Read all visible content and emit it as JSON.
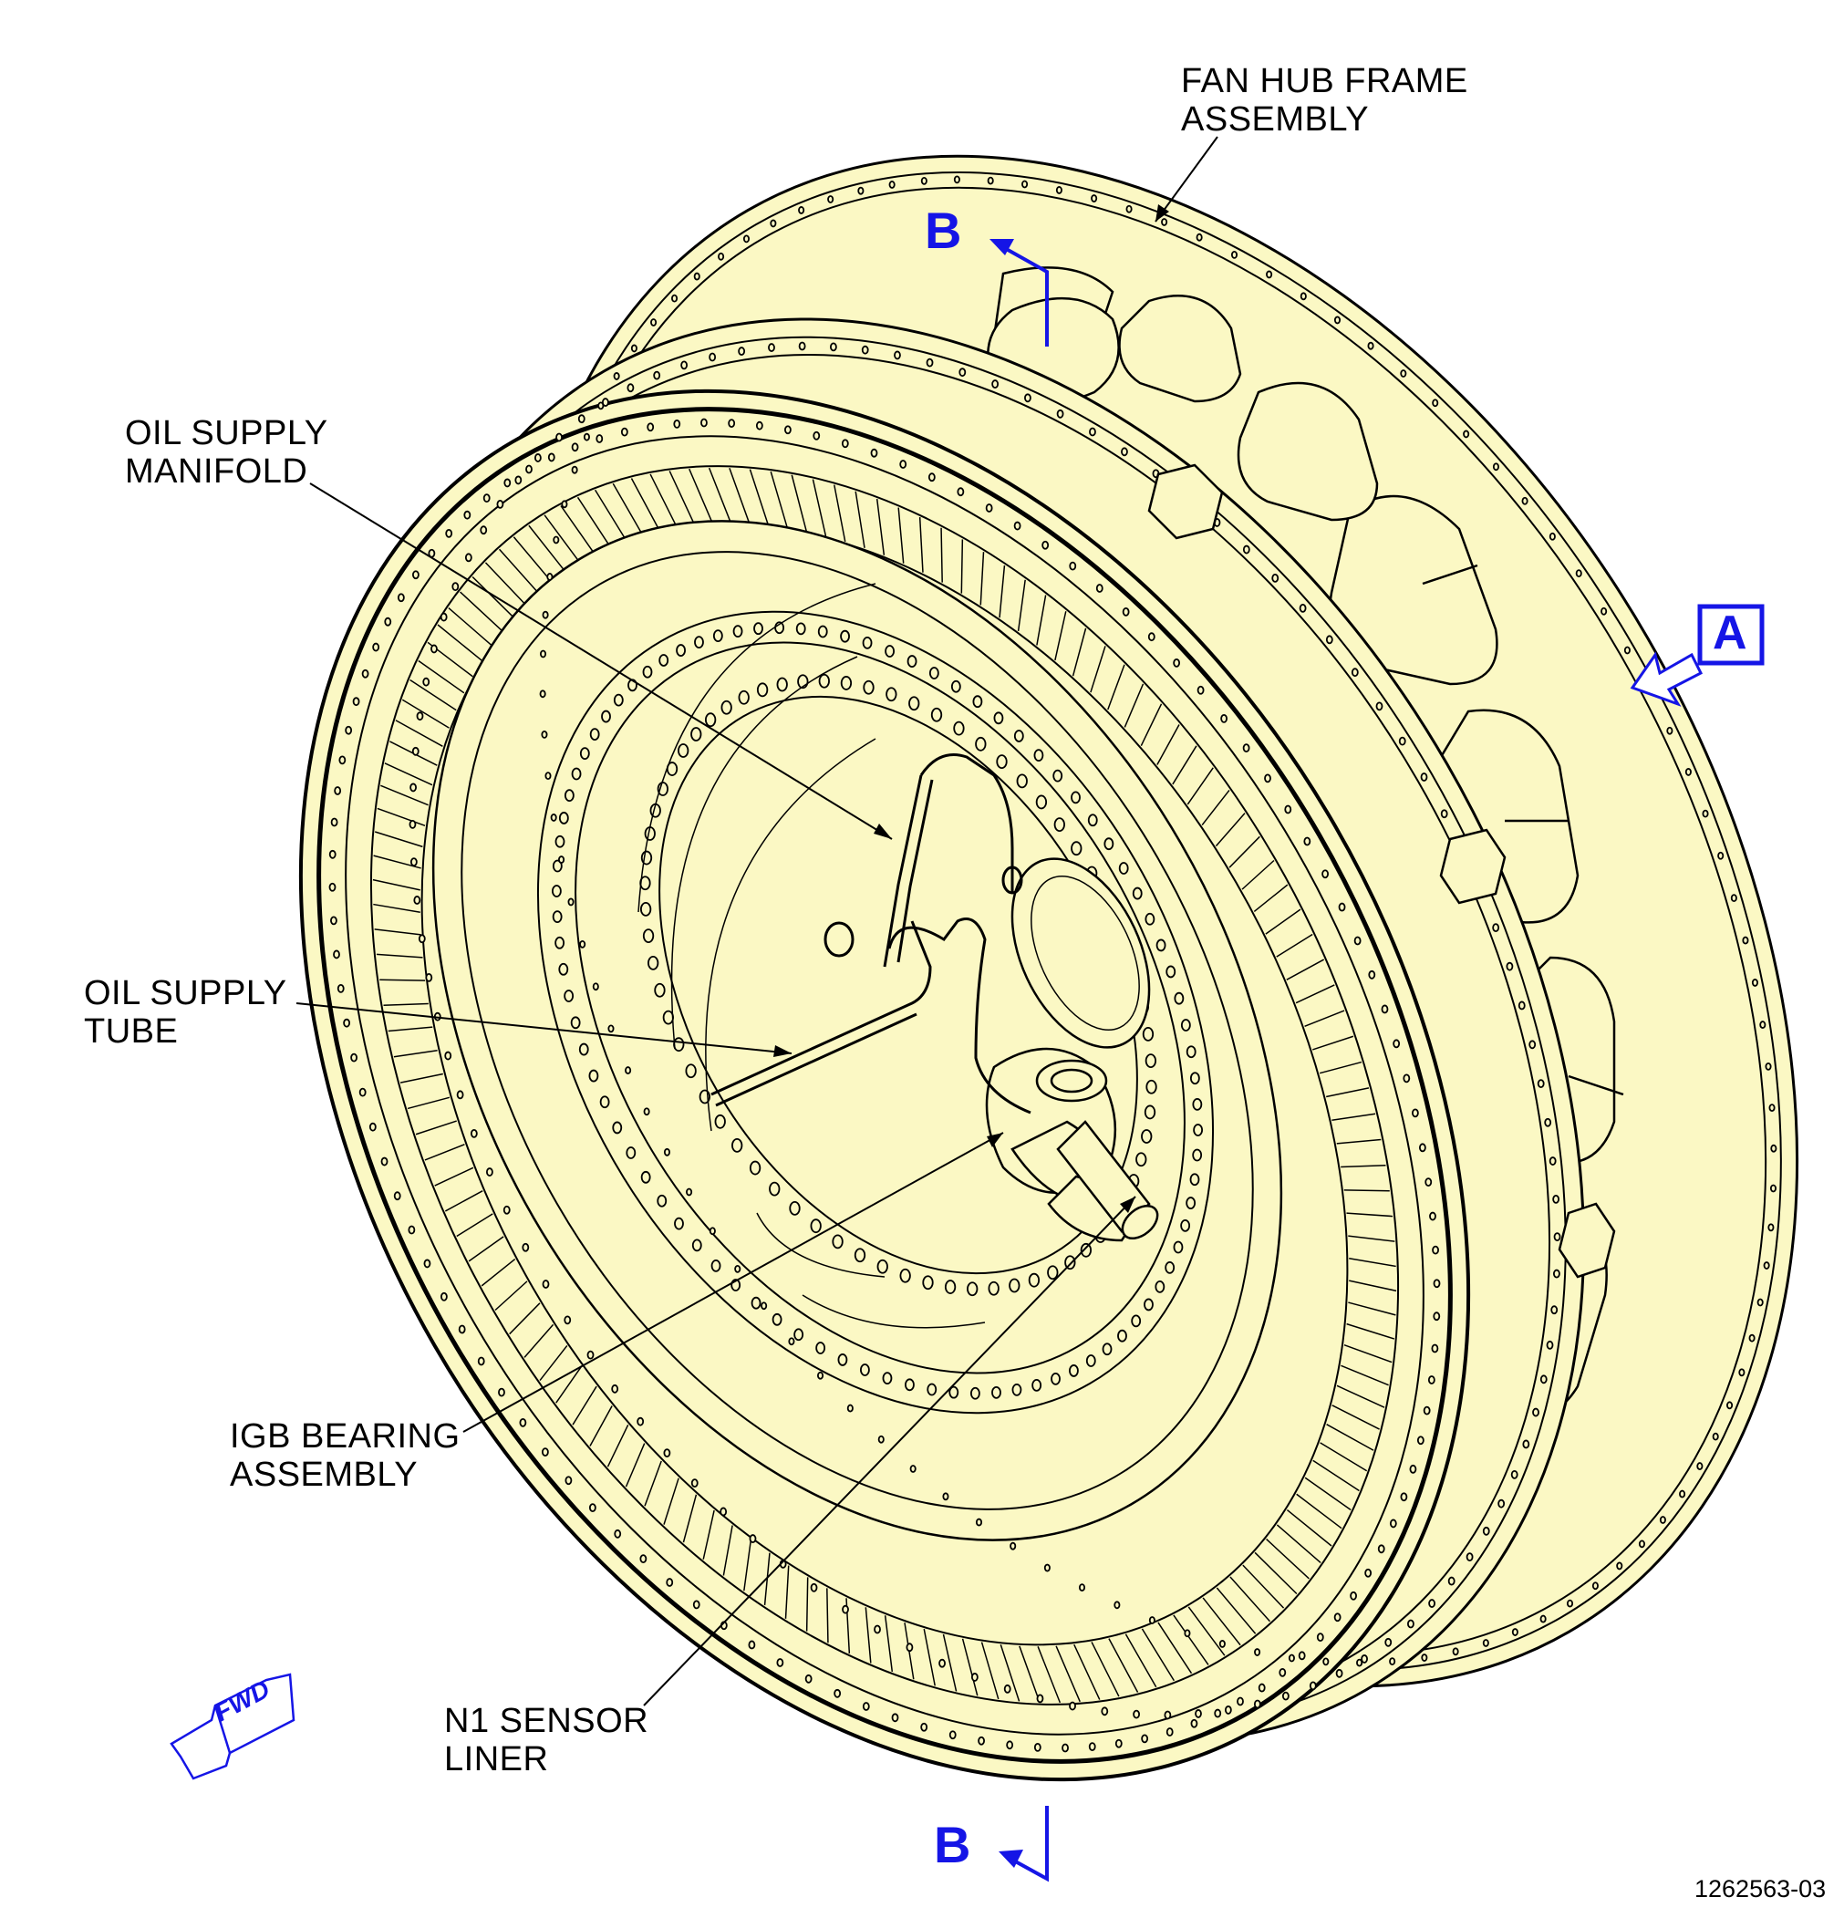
{
  "colors": {
    "fill": "#fbf8c4",
    "line": "#000000",
    "accent": "#1515e6"
  },
  "labels": {
    "fan_hub_frame": "FAN HUB FRAME\nASSEMBLY",
    "oil_supply_manifold": "OIL SUPPLY\nMANIFOLD",
    "oil_supply_tube": "OIL SUPPLY\nTUBE",
    "igb_bearing": "IGB BEARING\nASSEMBLY",
    "n1_sensor_liner": "N1 SENSOR\nLINER"
  },
  "view_marks": {
    "section_top": "B",
    "section_bottom": "B",
    "view_a": "A",
    "fwd": "FWD"
  },
  "figure_id": "1262563-03"
}
